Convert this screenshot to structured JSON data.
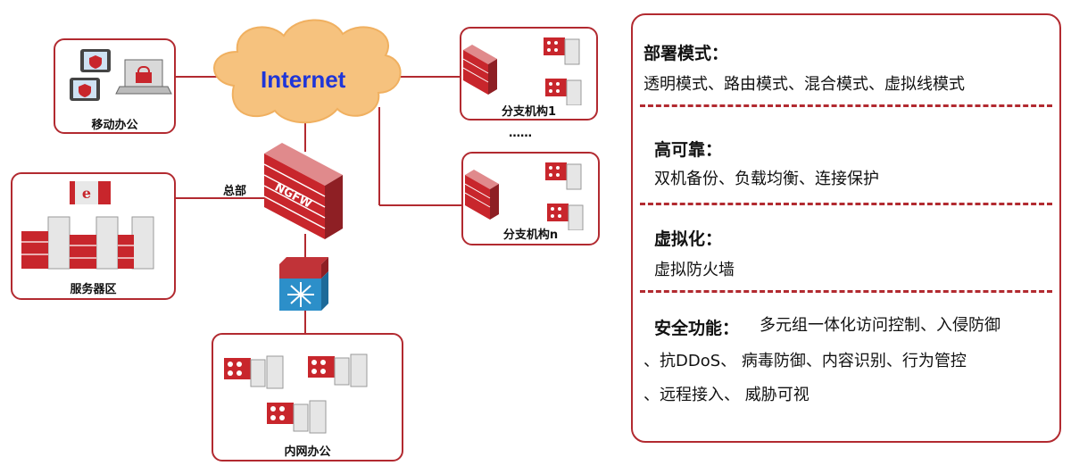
{
  "diagram": {
    "internet_label": "Internet",
    "hq_label": "总部",
    "firewall_text": "NGFW",
    "mobile_label": "移动办公",
    "server_label": "服务器区",
    "branch1_label": "分支机构1",
    "branch_ellipsis": "……",
    "branchn_label": "分支机构n",
    "intranet_label": "内网办公",
    "colors": {
      "accent": "#b22a30",
      "cloud": "#f6c27e",
      "internet_text": "#1f35d8",
      "switch": "#2c8fc9"
    }
  },
  "features": [
    {
      "title": "部署模式：",
      "text": "透明模式、路由模式、混合模式、虚拟线模式"
    },
    {
      "title": "高可靠：",
      "text": "双机备份、负载均衡、连接保护"
    },
    {
      "title": "虚拟化：",
      "text": "虚拟防火墙"
    },
    {
      "title": "安全功能：",
      "text_lines": [
        "多元组一体化访问控制、入侵防御",
        "、抗DDoS、 病毒防御、内容识别、行为管控",
        "、远程接入、 威胁可视"
      ]
    }
  ]
}
